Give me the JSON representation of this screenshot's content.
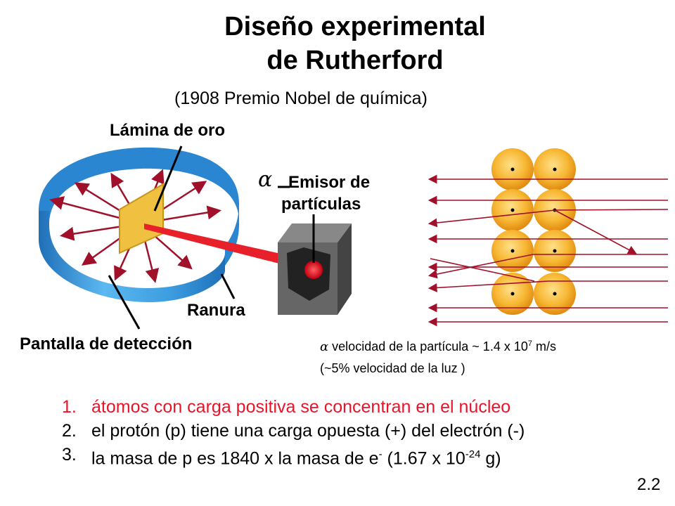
{
  "title": {
    "line1": "Diseño experimental",
    "line2": "de Rutherford"
  },
  "subtitle": "(1908 Premio Nobel de química)",
  "labels": {
    "gold_foil": "Lámina de oro",
    "emitter_line1": "Emisor de",
    "emitter_line2": "partículas",
    "alpha_symbol": "α",
    "slit": "Ranura",
    "detection_screen": "Pantalla de detección"
  },
  "alpha_note": {
    "symbol": "α",
    "velocity_text": "velocidad de la partícula ~ 1.4 x 10",
    "velocity_exp": "7",
    "velocity_unit": "m/s",
    "light_speed": "(~5% velocidad de la luz )"
  },
  "facts": [
    {
      "num": "1.",
      "text": "átomos con carga positiva se concentran en el núcleo",
      "color": "#e8142a"
    },
    {
      "num": "2.",
      "text": "el protón (p) tiene una carga opuesta (+) del electrón (-)",
      "color": "#000000"
    },
    {
      "num": "3.",
      "text_a": "la masa de p es 1840 x la masa de e",
      "sup_a": "-",
      "text_b": "(1.67 x 10",
      "sup_b": "-24",
      "text_c": "g)",
      "color": "#000000"
    }
  ],
  "page_number": "2.2",
  "colors": {
    "ring": "#3c9ee0",
    "ring_dark": "#1f6fb8",
    "foil": "#f0c040",
    "beam": "#e8202a",
    "arrow": "#a0102a",
    "atom": "#f7b733",
    "box": "#555555"
  }
}
